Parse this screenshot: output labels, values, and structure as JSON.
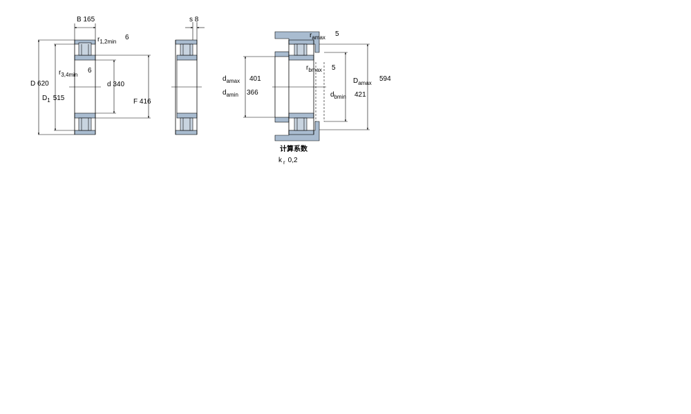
{
  "colors": {
    "housing_fill": "#a9bcd0",
    "roller_fill": "#c8d4e0",
    "line": "#000000",
    "background": "#ffffff"
  },
  "dims": {
    "B": {
      "symbol": "B",
      "value": "165"
    },
    "r12": {
      "symbol": "r",
      "sub": "1,2min",
      "value": "6"
    },
    "r34": {
      "symbol": "r",
      "sub": "3,4min",
      "value": "6"
    },
    "D": {
      "symbol": "D",
      "value": "620"
    },
    "D1": {
      "symbol": "D",
      "sub": "1",
      "value": "515"
    },
    "d": {
      "symbol": "d",
      "value": "340"
    },
    "F": {
      "symbol": "F",
      "value": "416"
    },
    "s": {
      "symbol": "s",
      "value": "8"
    }
  },
  "abutment": {
    "ra": {
      "symbol": "r",
      "sub": "amax",
      "value": "5"
    },
    "rb": {
      "symbol": "r",
      "sub": "bmax",
      "value": "5"
    },
    "da_max": {
      "symbol": "d",
      "sub": "amax",
      "value": "401"
    },
    "da_min": {
      "symbol": "d",
      "sub": "amin",
      "value": "366"
    },
    "db_min": {
      "symbol": "d",
      "sub": "bmin",
      "value": "421"
    },
    "Da_max": {
      "symbol": "D",
      "sub": "amax",
      "value": "594"
    }
  },
  "calc": {
    "heading": "计算系数",
    "kr": {
      "symbol": "k",
      "sub": "r",
      "value": "0,2"
    }
  }
}
